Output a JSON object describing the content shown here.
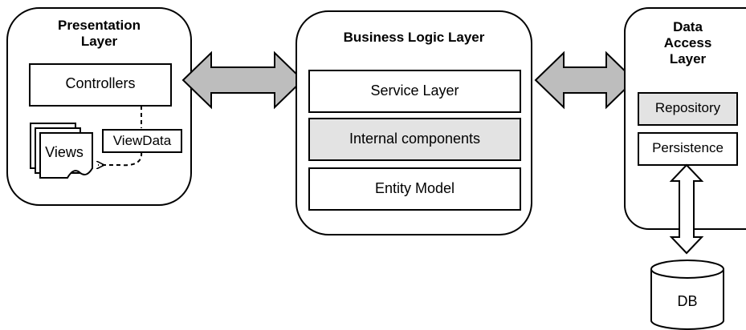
{
  "presentation": {
    "title_line1": "Presentation",
    "title_line2": "Layer",
    "controllers": "Controllers",
    "views": "Views",
    "viewdata": "ViewData"
  },
  "business": {
    "title": "Business Logic Layer",
    "service": "Service Layer",
    "internal": "Internal components",
    "entity": "Entity Model"
  },
  "data_access": {
    "title_line1": "Data",
    "title_line2": "Access",
    "title_line3": "Layer",
    "repository": "Repository",
    "persistence": "Persistence",
    "db": "DB"
  },
  "colors": {
    "arrow_fill": "#bdbdbd",
    "shaded_fill": "#e3e3e3",
    "stroke": "#000000"
  }
}
